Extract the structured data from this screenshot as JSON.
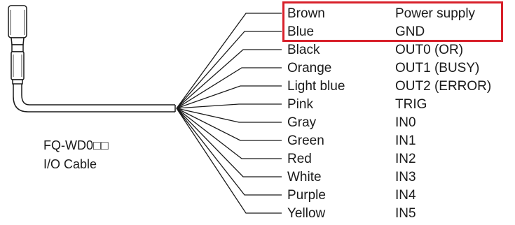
{
  "cable": {
    "model": "FQ-WD0□□",
    "caption": "I/O Cable"
  },
  "wires": [
    {
      "color": "Brown",
      "signal": "Power supply",
      "highlighted": true
    },
    {
      "color": "Blue",
      "signal": "GND",
      "highlighted": true
    },
    {
      "color": "Black",
      "signal": "OUT0 (OR)",
      "highlighted": false
    },
    {
      "color": "Orange",
      "signal": "OUT1 (BUSY)",
      "highlighted": false
    },
    {
      "color": "Light blue",
      "signal": "OUT2 (ERROR)",
      "highlighted": false
    },
    {
      "color": "Pink",
      "signal": "TRIG",
      "highlighted": false
    },
    {
      "color": "Gray",
      "signal": "IN0",
      "highlighted": false
    },
    {
      "color": "Green",
      "signal": "IN1",
      "highlighted": false
    },
    {
      "color": "Red",
      "signal": "IN2",
      "highlighted": false
    },
    {
      "color": "White",
      "signal": "IN3",
      "highlighted": false
    },
    {
      "color": "Purple",
      "signal": "IN4",
      "highlighted": false
    },
    {
      "color": "Yellow",
      "signal": "IN5",
      "highlighted": false
    }
  ],
  "highlight_color": "#d8202a"
}
